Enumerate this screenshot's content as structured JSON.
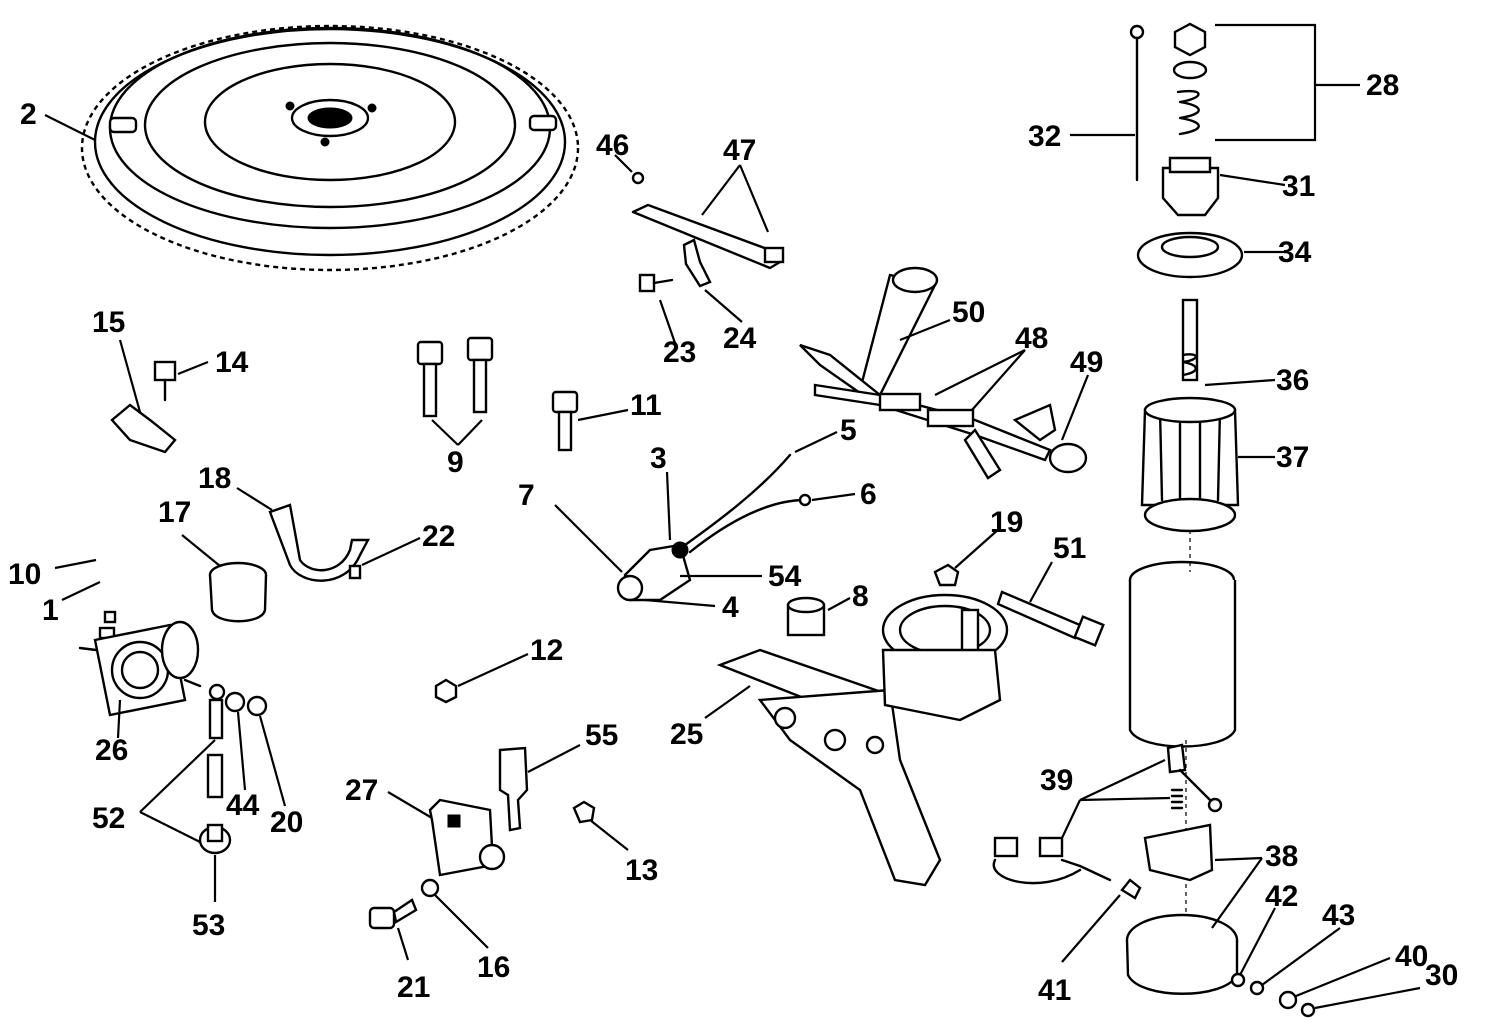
{
  "diagram": {
    "type": "exploded-parts-diagram",
    "callouts": [
      {
        "n": "1",
        "label": "1"
      },
      {
        "n": "2",
        "label": "2"
      },
      {
        "n": "3",
        "label": "3"
      },
      {
        "n": "4",
        "label": "4"
      },
      {
        "n": "5",
        "label": "5"
      },
      {
        "n": "6",
        "label": "6"
      },
      {
        "n": "7",
        "label": "7"
      },
      {
        "n": "8",
        "label": "8"
      },
      {
        "n": "9",
        "label": "9"
      },
      {
        "n": "10",
        "label": "10"
      },
      {
        "n": "11",
        "label": "11"
      },
      {
        "n": "12",
        "label": "12"
      },
      {
        "n": "13",
        "label": "13"
      },
      {
        "n": "14",
        "label": "14"
      },
      {
        "n": "15",
        "label": "15"
      },
      {
        "n": "16",
        "label": "16"
      },
      {
        "n": "17",
        "label": "17"
      },
      {
        "n": "18",
        "label": "18"
      },
      {
        "n": "19",
        "label": "19"
      },
      {
        "n": "20",
        "label": "20"
      },
      {
        "n": "21",
        "label": "21"
      },
      {
        "n": "22",
        "label": "22"
      },
      {
        "n": "23",
        "label": "23"
      },
      {
        "n": "24",
        "label": "24"
      },
      {
        "n": "25",
        "label": "25"
      },
      {
        "n": "26",
        "label": "26"
      },
      {
        "n": "27",
        "label": "27"
      },
      {
        "n": "28",
        "label": "28"
      },
      {
        "n": "30",
        "label": "30"
      },
      {
        "n": "31",
        "label": "31"
      },
      {
        "n": "32",
        "label": "32"
      },
      {
        "n": "34",
        "label": "34"
      },
      {
        "n": "36",
        "label": "36"
      },
      {
        "n": "37",
        "label": "37"
      },
      {
        "n": "38",
        "label": "38"
      },
      {
        "n": "39",
        "label": "39"
      },
      {
        "n": "40",
        "label": "40"
      },
      {
        "n": "41",
        "label": "41"
      },
      {
        "n": "42",
        "label": "42"
      },
      {
        "n": "43",
        "label": "43"
      },
      {
        "n": "44",
        "label": "44"
      },
      {
        "n": "46",
        "label": "46"
      },
      {
        "n": "47",
        "label": "47"
      },
      {
        "n": "48",
        "label": "48"
      },
      {
        "n": "49",
        "label": "49"
      },
      {
        "n": "50",
        "label": "50"
      },
      {
        "n": "51",
        "label": "51"
      },
      {
        "n": "52",
        "label": "52"
      },
      {
        "n": "53",
        "label": "53"
      },
      {
        "n": "54",
        "label": "54"
      },
      {
        "n": "55",
        "label": "55"
      }
    ]
  }
}
